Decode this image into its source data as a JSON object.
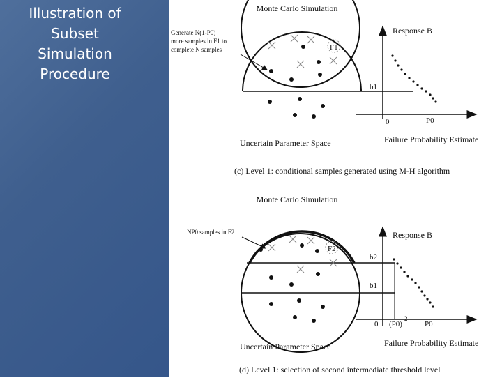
{
  "slide": {
    "title_lines": [
      "Illustration of",
      "Subset",
      "Simulation",
      "Procedure"
    ]
  },
  "panel_c": {
    "title": "Monte Carlo Simulation",
    "annotation_lines": [
      "Generate N(1-P0)",
      "more samples in F1 to",
      "complete N samples"
    ],
    "region_label": "F1",
    "response_label": "Response B",
    "threshold_label": "b1",
    "origin_label": "0",
    "p0_label": "P0",
    "space_label": "Uncertain Parameter Space",
    "axis_label": "Failure Probability  Estimate",
    "caption": "(c) Level 1: conditional samples generated using M-H algorithm"
  },
  "panel_d": {
    "title": "Monte Carlo Simulation",
    "annotation": "NP0 samples in F2",
    "region_label": "F2",
    "response_label": "Response B",
    "threshold_b2": "b2",
    "threshold_b1": "b1",
    "origin_label": "0",
    "p0_squared_label": "(P0)",
    "superscript": "2",
    "p0_label": "P0",
    "space_label": "Uncertain Parameter Space",
    "axis_label": "Failure Probability  Estimate",
    "caption": "(d) Level 1: selection of second intermediate threshold level"
  }
}
